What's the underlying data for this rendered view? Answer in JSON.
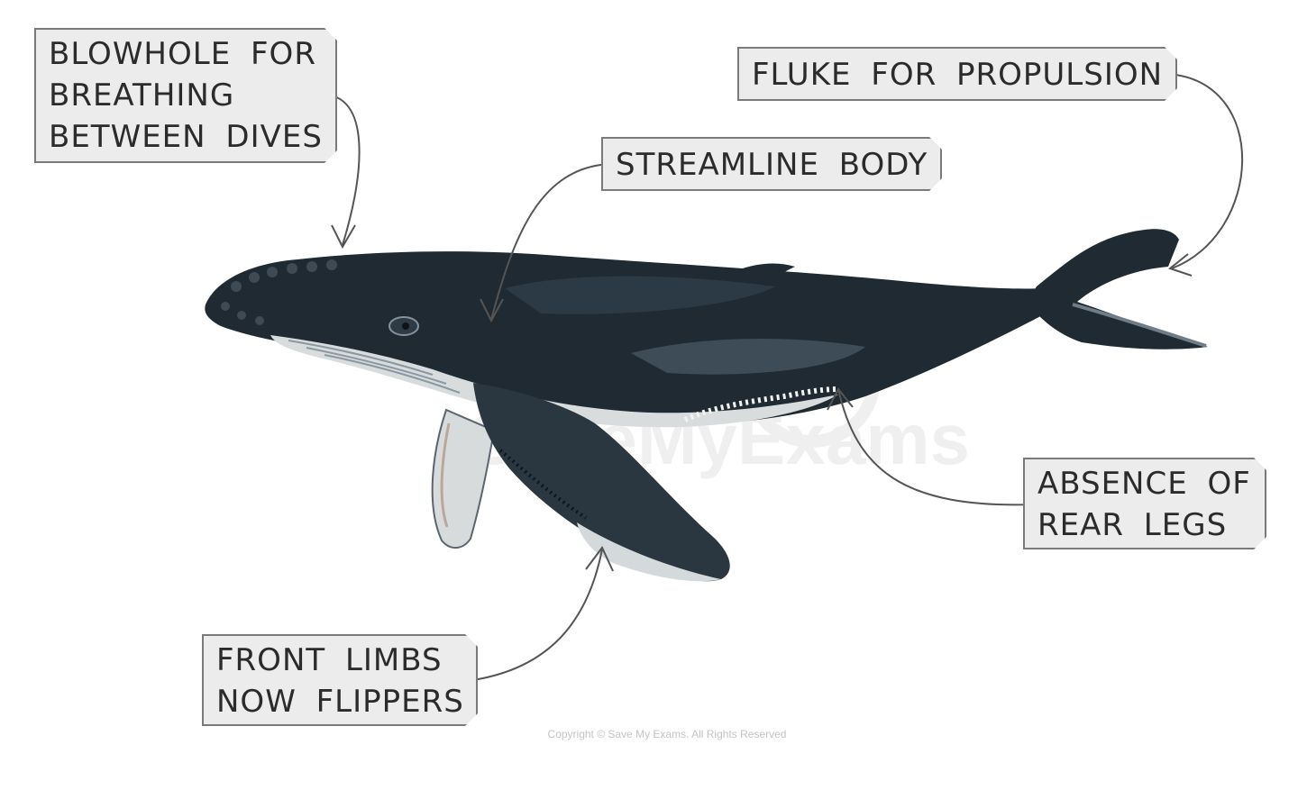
{
  "labels": {
    "blowhole": [
      "BLOWHOLE FOR",
      "BREATHING",
      "BETWEEN DIVES"
    ],
    "fluke": [
      "FLUKE FOR PROPULSION"
    ],
    "streamline": [
      "STREAMLINE BODY"
    ],
    "rear_legs": [
      "ABSENCE OF",
      "REAR LEGS"
    ],
    "flippers": [
      "FRONT LIMBS",
      "NOW FLIPPERS"
    ]
  },
  "watermark": "SaveMyExams",
  "copyright": "Copyright © Save My Exams. All Rights Reserved",
  "colors": {
    "whale_dark": "#1f2a33",
    "whale_mid": "#33414c",
    "whale_belly": "#d9dcdc",
    "label_fill": "#ececec",
    "label_border": "#7a7a7a",
    "connector": "#555555"
  }
}
